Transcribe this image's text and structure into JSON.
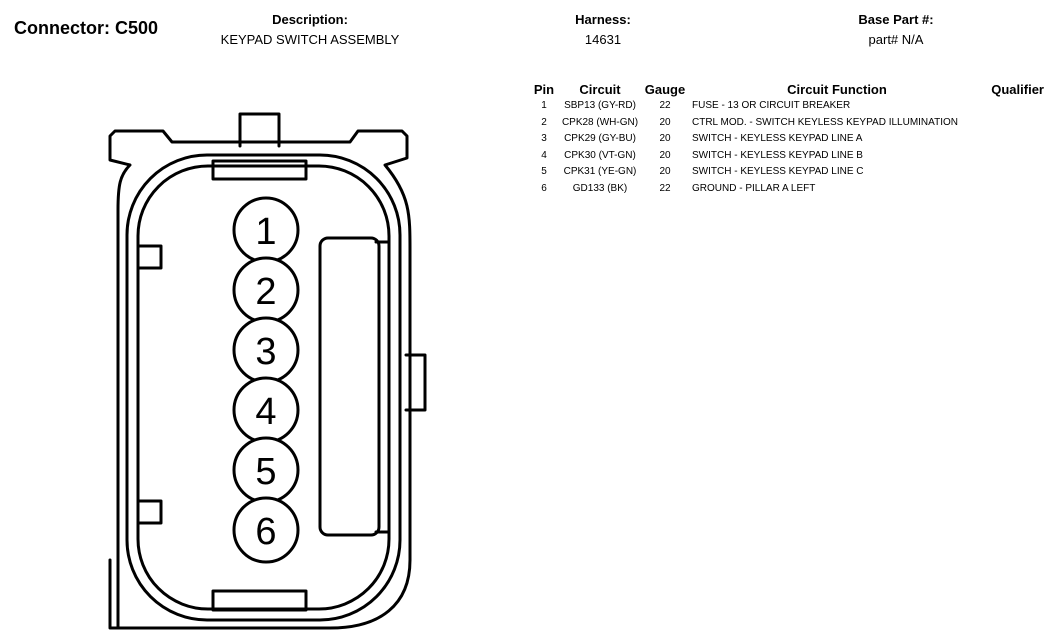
{
  "connector": {
    "label": "Connector: C500"
  },
  "description": {
    "label": "Description:",
    "value": "KEYPAD SWITCH ASSEMBLY"
  },
  "harness": {
    "label": "Harness:",
    "value": "14631"
  },
  "base_part": {
    "label": "Base Part #:",
    "value": "part# N/A"
  },
  "table": {
    "headers": {
      "pin": "Pin",
      "circuit": "Circuit",
      "gauge": "Gauge",
      "function": "Circuit Function",
      "qualifier": "Qualifier"
    },
    "rows": [
      {
        "pin": "1",
        "circuit": "SBP13 (GY-RD)",
        "gauge": "22",
        "function": "FUSE - 13 OR CIRCUIT BREAKER",
        "qualifier": ""
      },
      {
        "pin": "2",
        "circuit": "CPK28 (WH-GN)",
        "gauge": "20",
        "function": "CTRL MOD. - SWITCH KEYLESS KEYPAD ILLUMINATION",
        "qualifier": ""
      },
      {
        "pin": "3",
        "circuit": "CPK29 (GY-BU)",
        "gauge": "20",
        "function": "SWITCH - KEYLESS KEYPAD LINE A",
        "qualifier": ""
      },
      {
        "pin": "4",
        "circuit": "CPK30 (VT-GN)",
        "gauge": "20",
        "function": "SWITCH - KEYLESS KEYPAD LINE B",
        "qualifier": ""
      },
      {
        "pin": "5",
        "circuit": "CPK31 (YE-GN)",
        "gauge": "20",
        "function": "SWITCH - KEYLESS KEYPAD LINE C",
        "qualifier": ""
      },
      {
        "pin": "6",
        "circuit": "GD133 (BK)",
        "gauge": "22",
        "function": "GROUND - PILLAR A LEFT",
        "qualifier": ""
      }
    ]
  },
  "diagram": {
    "pin_labels": [
      "1",
      "2",
      "3",
      "4",
      "5",
      "6"
    ],
    "stroke_color": "#000000"
  }
}
